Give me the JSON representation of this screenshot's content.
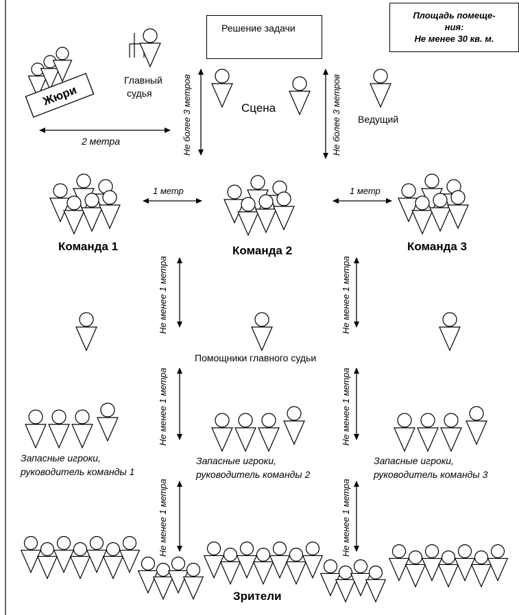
{
  "labels": {
    "area_line1": "Площадь помеще-",
    "area_line2": "ния:",
    "area_line3": "Не менее 30 кв. м.",
    "task": "Решение задачи",
    "jury": "Жюри",
    "head_judge_line1": "Главный",
    "head_judge_line2": "судья",
    "scene": "Сцена",
    "host": "Ведущий",
    "dist_3m_left": "Не более 3 метров",
    "dist_3m_right": "Не более 3 метров",
    "dist_2m": "2 метра",
    "dist_1m_left": "1 метр",
    "dist_1m_right": "1 метр",
    "team1": "Команда 1",
    "team2": "Команда 2",
    "team3": "Команда 3",
    "dist_min1m_a": "Не менее 1 метра",
    "dist_min1m_b": "Не менее 1 метра",
    "dist_min1m_c": "Не менее 1 метра",
    "dist_min1m_d": "Не менее 1 метра",
    "dist_min1m_e": "Не менее 1 метра",
    "dist_min1m_f": "Не менее 1 метра",
    "assistants": "Помощники главного судьи",
    "reserve1_line1": "Запасные игроки,",
    "reserve1_line2": "руководитель команды 1",
    "reserve2_line1": "Запасные игроки,",
    "reserve2_line2": "руководитель команды 2",
    "reserve3_line1": "Запасные игроки,",
    "reserve3_line2": "руководитель команды 3",
    "spectators": "Зрители"
  }
}
